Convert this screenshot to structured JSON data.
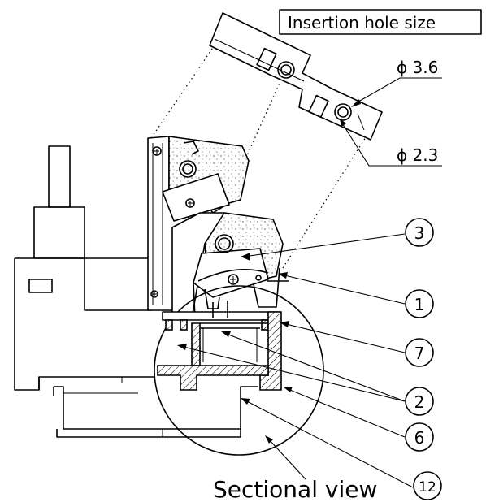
{
  "labels": {
    "insertion_hole_size": "Insertion hole size",
    "dia_large": "ϕ 3.6",
    "dia_small": "ϕ 2.3",
    "sectional_view": "Sectional view"
  },
  "callouts": [
    "3",
    "1",
    "7",
    "2",
    "6",
    "12"
  ]
}
